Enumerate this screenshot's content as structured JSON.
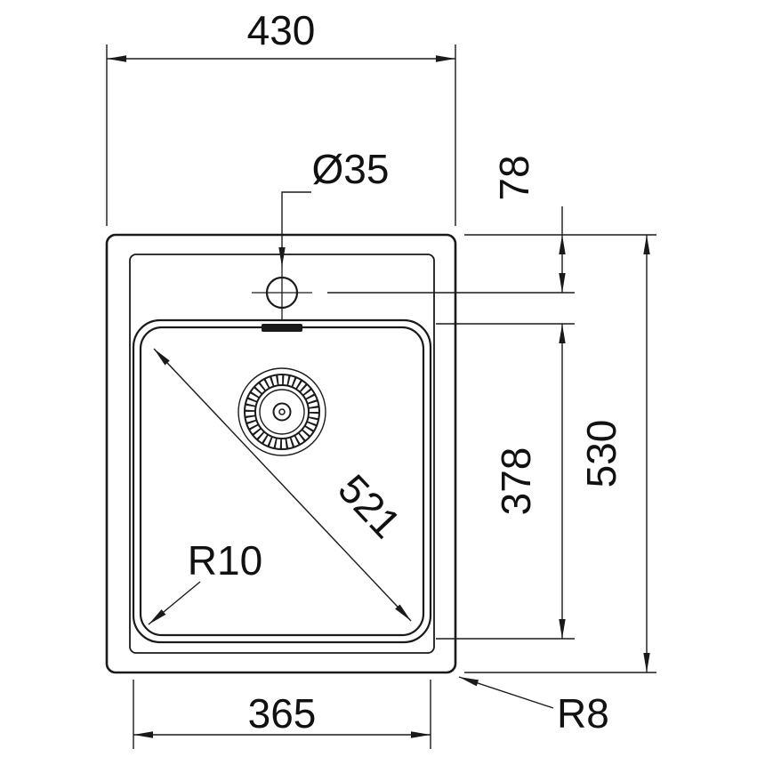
{
  "drawing": {
    "type": "technical-dimension-drawing",
    "subject": "kitchen sink top view",
    "background": "#ffffff",
    "line_color": "#1a1a1a",
    "labels": {
      "overall_width": "430",
      "overall_depth": "530",
      "tap_hole_diameter": "Ø35",
      "tap_hole_offset": "78",
      "bowl_depth": "378",
      "bowl_width": "365",
      "bowl_diagonal": "521",
      "bowl_corner_radius": "R10",
      "outer_corner_radius": "R8"
    }
  }
}
